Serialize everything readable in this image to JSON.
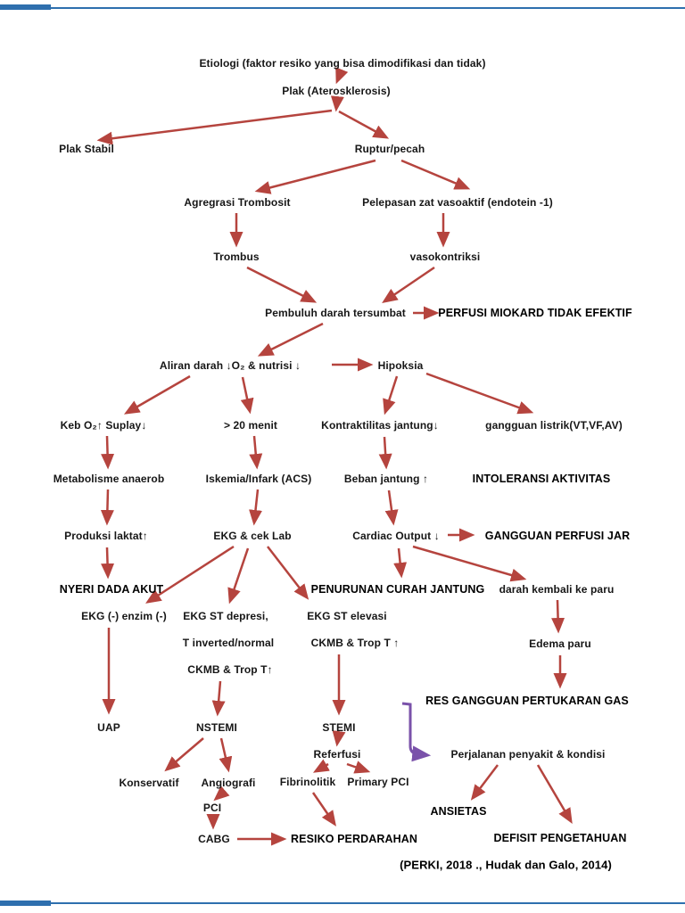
{
  "diagram": {
    "title_context": "Patofisiologi aterosklerosis / ACS flowchart",
    "colors": {
      "arrow_red": "#b5443e",
      "arrow_purple": "#7a52aa",
      "page_border_blue": "#2e6fae",
      "text": "#000000"
    },
    "nodes": {
      "etiologi": "Etiologi (faktor resiko yang bisa dimodifikasi dan tidak)",
      "plak": "Plak (Aterosklerosis)",
      "plak_stabil": "Plak Stabil",
      "ruptur": "Ruptur/pecah",
      "agregrasi": "Agregrasi Trombosit",
      "pelepasan": "Pelepasan zat vasoaktif (endotein -1)",
      "trombus": "Trombus",
      "vasokontriksi": "vasokontriksi",
      "pembuluh": "Pembuluh darah tersumbat",
      "perfusi_miokard": "PERFUSI MIOKARD TIDAK EFEKTIF",
      "aliran": "Aliran darah ↓O₂ & nutrisi ↓",
      "hipoksia": "Hipoksia",
      "keb_o2": "Keb O₂↑ Suplay↓",
      "menit": "> 20 menit",
      "kontraktilitas": "Kontraktilitas jantung↓",
      "gangguan_listrik": "gangguan listrik(VT,VF,AV)",
      "metabolisme": "Metabolisme anaerob",
      "iskemia": "Iskemia/Infark (ACS)",
      "beban": "Beban jantung ↑",
      "intoleransi": "INTOLERANSI AKTIVITAS",
      "produksi": "Produksi laktat↑",
      "ekg_cek": "EKG & cek Lab",
      "cardiac": "Cardiac Output ↓",
      "gangguan_perfusi": "GANGGUAN PERFUSI JAR",
      "nyeri": "NYERI DADA AKUT",
      "penurunan": "PENURUNAN CURAH JANTUNG",
      "darah_kembali": "darah kembali ke paru",
      "ekg_enzim": "EKG (-) enzim (-)",
      "st_depresi_1": "EKG ST depresi,",
      "st_depresi_2": "T inverted/normal",
      "st_depresi_3": "CKMB & Trop T↑",
      "st_elevasi_1": "EKG ST elevasi",
      "st_elevasi_2": "CKMB & Trop T ↑",
      "edema": "Edema paru",
      "res_gangguan": "RES GANGGUAN PERTUKARAN GAS",
      "uap": "UAP",
      "nstemi": "NSTEMI",
      "stemi": "STEMI",
      "referfusi": "Referfusi",
      "fibrinolitik": "Fibrinolitik",
      "primary_pci": "Primary PCI",
      "konservatif": "Konservatif",
      "angiografi": "Angiografi",
      "pci": "PCI",
      "cabg": "CABG",
      "resiko": "RESIKO PERDARAHAN",
      "perjalanan": "Perjalanan penyakit & kondisi",
      "ansietas": "ANSIETAS",
      "defisit": "DEFISIT PENGETAHUAN"
    },
    "citation": "(PERKI, 2018 .,  Hudak dan Galo, 2014)"
  }
}
